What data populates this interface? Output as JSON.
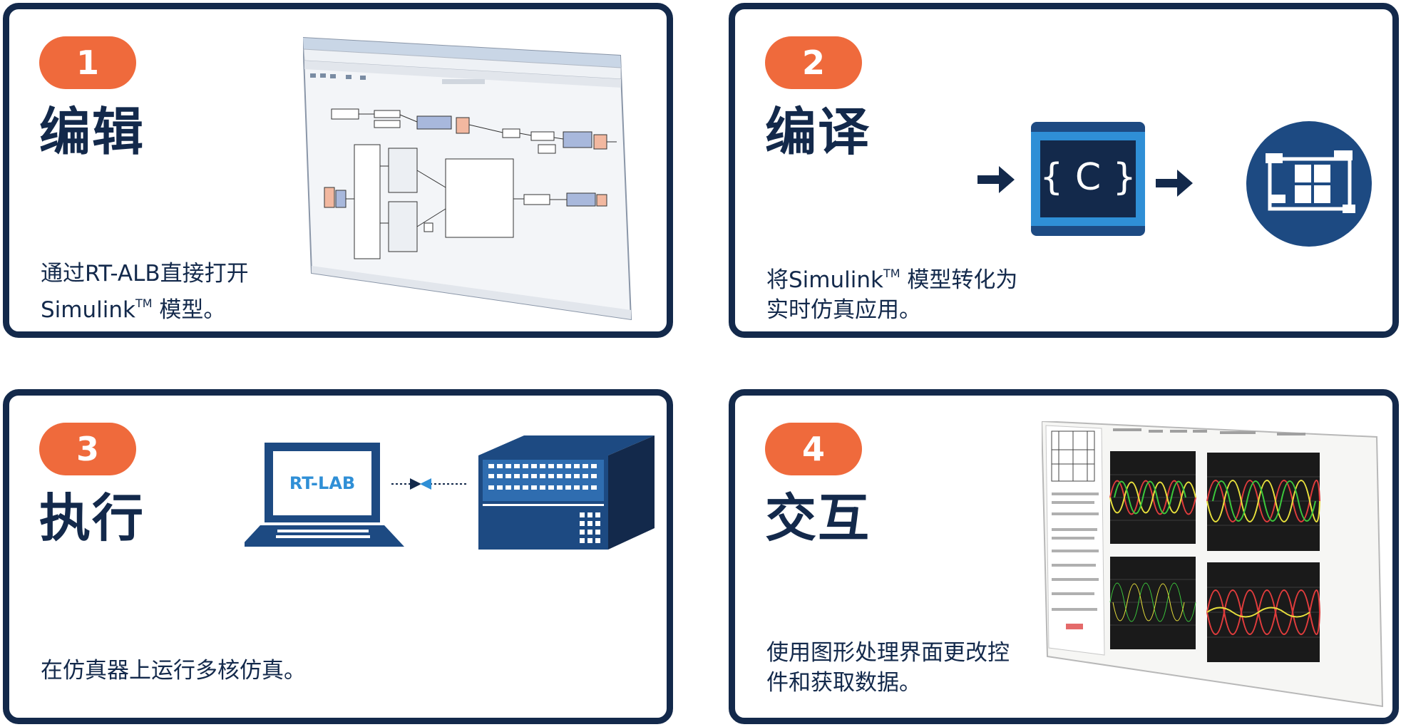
{
  "colors": {
    "navy": "#13294b",
    "orange": "#ef6a3c",
    "accent_blue": "#2f8fd6",
    "icon_fill": "#1d4a82"
  },
  "cards": [
    {
      "number": "1",
      "title": "编辑",
      "desc_line1": "通过RT-ALB直接打开",
      "desc_line2_pre": "Simulink",
      "desc_line2_sup": "TM",
      "desc_line2_post": " 模型。",
      "illustration": "simulink-model-window-screenshot"
    },
    {
      "number": "2",
      "title": "编译",
      "desc_line1_pre": "将Simulink",
      "desc_line1_sup": "TM",
      "desc_line1_post": " 模型转化为",
      "desc_line2": "实时仿真应用。",
      "code_label": "{ C }",
      "icons": [
        "arrow-right-icon",
        "c-code-icon",
        "arrow-right-icon",
        "circuit-board-icon"
      ]
    },
    {
      "number": "3",
      "title": "执行",
      "desc_line1": "在仿真器上运行多核仿真。",
      "laptop_label": "RT-LAB",
      "icons": [
        "laptop-icon",
        "bidirectional-arrow-icon",
        "simulator-rack-icon"
      ]
    },
    {
      "number": "4",
      "title": "交互",
      "desc_line1": "使用图形处理界面更改控",
      "desc_line2": "件和获取数据。",
      "illustration": "waveform-gui-screenshot"
    }
  ]
}
